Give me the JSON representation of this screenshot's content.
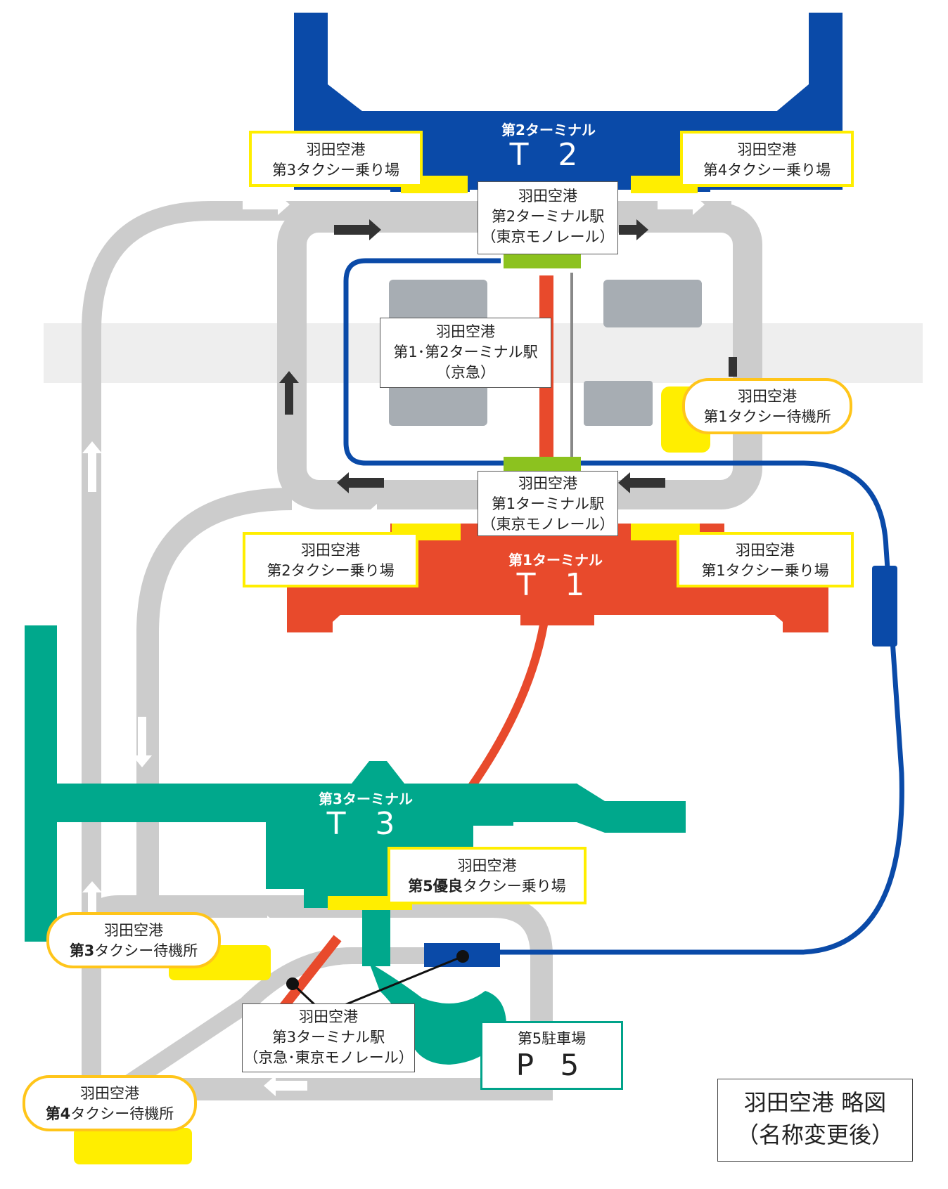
{
  "terminals": {
    "t2": {
      "label": "第2ターミナル",
      "code": "T 2",
      "color": "#0a4aa8"
    },
    "t1": {
      "label": "第1ターミナル",
      "code": "T 1",
      "color": "#e84a2c"
    },
    "t3": {
      "label": "第3ターミナル",
      "code": "T 3",
      "color": "#00a88c"
    }
  },
  "taxi_stands": {
    "stand3": [
      "羽田空港",
      "第3タクシー乗り場"
    ],
    "stand4": [
      "羽田空港",
      "第4タクシー乗り場"
    ],
    "stand2": [
      "羽田空港",
      "第2タクシー乗り場"
    ],
    "stand1": [
      "羽田空港",
      "第1タクシー乗り場"
    ],
    "stand5": {
      "line1": "羽田空港",
      "bold": "第5優良",
      "rest": "タクシー乗り場"
    }
  },
  "waiting_areas": {
    "wait1": [
      "羽田空港",
      "第1タクシー待機所"
    ],
    "wait3": {
      "line1": "羽田空港",
      "bold": "第3",
      "rest": "タクシー待機所"
    },
    "wait4": {
      "line1": "羽田空港",
      "bold": "第4",
      "rest": "タクシー待機所"
    }
  },
  "stations": {
    "t2_monorail": [
      "羽田空港",
      "第2ターミナル駅",
      "（東京モノレール）"
    ],
    "t12_keikyu": [
      "羽田空港",
      "第1･第2ターミナル駅",
      "（京急）"
    ],
    "t1_monorail": [
      "羽田空港",
      "第1ターミナル駅",
      "（東京モノレール）"
    ],
    "t3_station": [
      "羽田空港",
      "第3ターミナル駅",
      "（京急･東京モノレール）"
    ]
  },
  "parking": {
    "label": "第5駐車場",
    "code": "P 5"
  },
  "legend": {
    "line1": "羽田空港 略図",
    "line2": "（名称変更後）"
  },
  "colors": {
    "road": "#cccccc",
    "monorail": "#0a4aa8",
    "keikyu": "#e84a2c",
    "taxi": "#ffee00",
    "station_platform": "#8cc21f"
  }
}
